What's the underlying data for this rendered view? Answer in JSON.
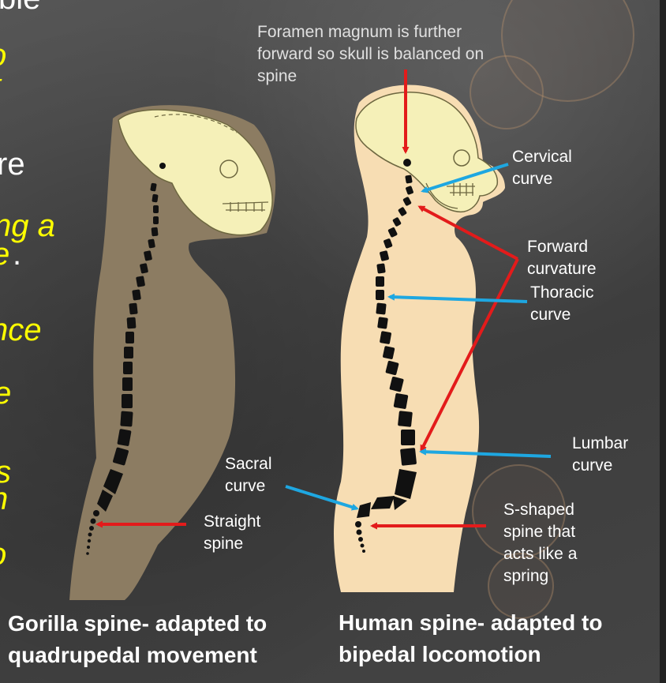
{
  "colors": {
    "background": "#4a4a4a",
    "gorilla_body": "#8c7c62",
    "human_body": "#f7ddb3",
    "skull": "#f5f0b8",
    "vertebrae": "#111111",
    "arrow_red": "#e31b1b",
    "arrow_blue": "#1ea7e1",
    "slide_text_yellow": "#ffff00",
    "slide_text_white": "#ffffff"
  },
  "slide_text_fragments": [
    "ble",
    "o",
    "t",
    "re",
    "ng a",
    "e",
    ".",
    "nce",
    "e",
    "s",
    "n",
    "o"
  ],
  "labels": {
    "foramen": "Foramen magnum is further\nforward so skull is balanced on\nspine",
    "cervical": "Cervical\ncurve",
    "forward": "Forward\ncurvature",
    "thoracic": "Thoracic\ncurve",
    "lumbar": "Lumbar\ncurve",
    "sacral": "Sacral\ncurve",
    "straight": "Straight\nspine",
    "s_shaped": "S-shaped\nspine that\nacts like a\nspring"
  },
  "captions": {
    "gorilla": "Gorilla spine- adapted to\nquadrupedal movement",
    "human": "Human spine- adapted to\nbipedal locomotion"
  }
}
